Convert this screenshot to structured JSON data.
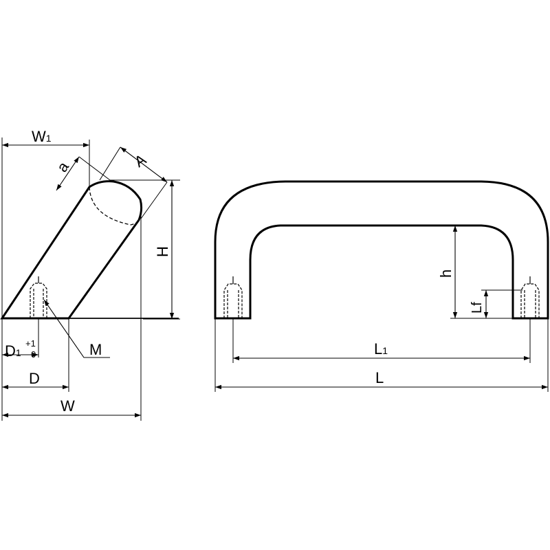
{
  "colors": {
    "line": "#000000",
    "background": "#ffffff"
  },
  "side_view": {
    "label_w1": "W",
    "label_w1_sub": "1",
    "label_a_lower": "a",
    "label_a_upper": "A",
    "label_h_upper": "H",
    "label_d1": "D",
    "label_d1_sub": "1",
    "label_tol_plus": "+1",
    "label_tol_zero": "0",
    "label_d": "D",
    "label_m": "M",
    "label_w": "W"
  },
  "front_view": {
    "label_h_lower": "h",
    "label_lf": "Lf",
    "label_l1": "L",
    "label_l1_sub": "1",
    "label_l": "L"
  }
}
